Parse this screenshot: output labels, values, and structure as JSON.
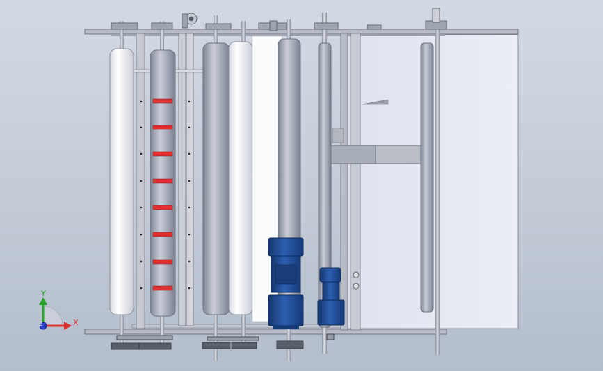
{
  "triad": {
    "x_label": "X",
    "y_label": "Y",
    "z_label": "Z",
    "colors": {
      "x": "#d93030",
      "y": "#2aa32a",
      "z": "#2b3fc9"
    }
  },
  "colors": {
    "frame": "#9aa3ae",
    "roller_light": "#f4f6fa",
    "roller_gray": "#a9b0bc",
    "belt_red": "#e03030",
    "motor_blue": "#1f4f96",
    "panel": "#e6e9f2"
  }
}
